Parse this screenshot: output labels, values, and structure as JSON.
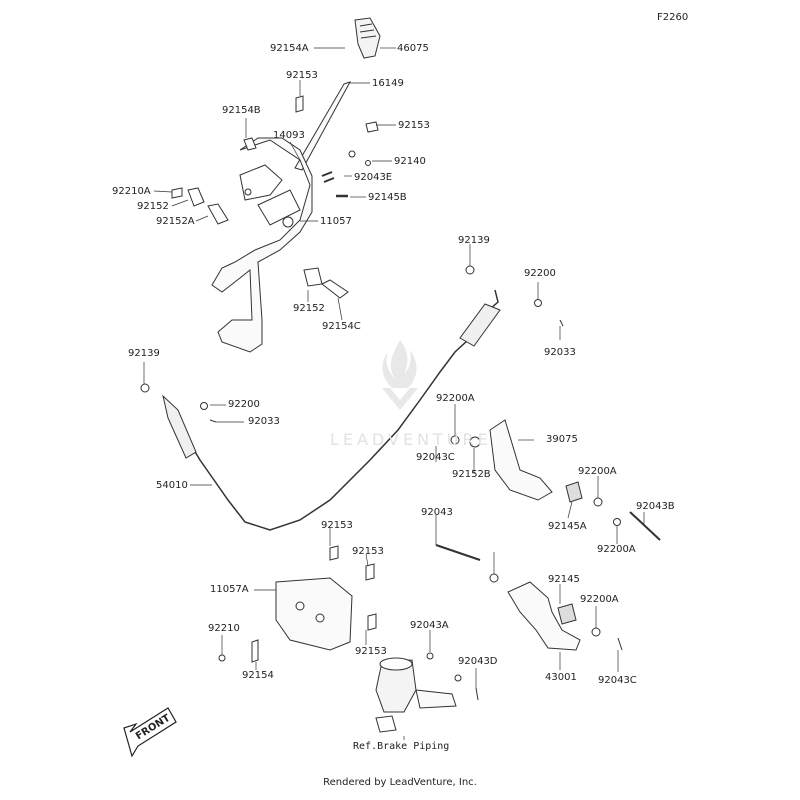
{
  "diagram_id": "F2260",
  "footer": "Rendered by LeadVenture, Inc.",
  "reference_label": "Ref.Brake Piping",
  "front_label": "FRONT",
  "watermark": "LEADVENTURE",
  "parts": [
    "92154A",
    "46075",
    "92153",
    "16149",
    "92154B",
    "14093",
    "92153",
    "92140",
    "92043E",
    "92210A",
    "92145B",
    "92152",
    "92152A",
    "11057",
    "92139",
    "92200",
    "92152",
    "92154C",
    "92033",
    "92139",
    "92200",
    "92033",
    "92200A",
    "39075",
    "92043C",
    "92152B",
    "54010",
    "92145A",
    "92043B",
    "92200A",
    "92043",
    "92153",
    "92200A",
    "92153",
    "11057A",
    "92145",
    "92200A",
    "92210",
    "92043A",
    "92153",
    "92154",
    "92043D",
    "43001",
    "92043C"
  ],
  "colors": {
    "ink": "#222222",
    "line": "#333333",
    "watermark": "#e2e2e2"
  }
}
